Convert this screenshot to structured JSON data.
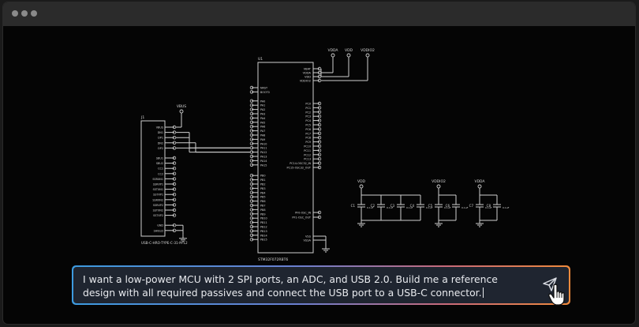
{
  "window": {
    "controls": [
      "close-dot",
      "minimize-dot",
      "maximize-dot"
    ]
  },
  "schematic": {
    "mcu_ref": "U1",
    "mcu_part": "STM32F072RBT6",
    "connector_ref": "J1",
    "connector_part": "USB-C-HRO-TYPE-C-31-M-12",
    "power_nets": [
      "VDDA",
      "VDD",
      "VDDIO2"
    ],
    "vbus_net": "VBUS",
    "mcu_left_pins": [
      "NRST",
      "BOOT0",
      "PA0",
      "PA1",
      "PA2",
      "PA3",
      "PA4",
      "PA5",
      "PA6",
      "PA7",
      "PA8",
      "PA9",
      "PA10",
      "PA11",
      "PA12",
      "PA13",
      "PA14",
      "PA15",
      "PB0",
      "PB1",
      "PB2",
      "PB3",
      "PB4",
      "PB5",
      "PB6",
      "PB7",
      "PB8",
      "PB9",
      "PB10",
      "PB11",
      "PB12",
      "PB13",
      "PB14",
      "PB15"
    ],
    "mcu_right_top_pins": [
      "VBAT",
      "VDDA",
      "VDD",
      "VDDIO2"
    ],
    "mcu_right_pins": [
      "PC0",
      "PC1",
      "PC2",
      "PC3",
      "PC4",
      "PC5",
      "PC6",
      "PC7",
      "PC8",
      "PC9",
      "PC10",
      "PC11",
      "PC12",
      "PC13",
      "PC14-OSC32_IN",
      "PC15-OSC32_OUT"
    ],
    "mcu_right_osc_pins": [
      "PF0-OSC_IN",
      "PF1-OSC_OUT"
    ],
    "mcu_right_bottom_pins": [
      "VSS",
      "VSSA"
    ],
    "connector_pins": [
      "VBUS",
      "DN1",
      "DP1",
      "DN2",
      "DP2",
      "SBU1",
      "SBU2",
      "CC1",
      "CC2",
      "SSRXN1",
      "SSRXP1",
      "SSTXN1",
      "SSTXP1",
      "SSRXN2",
      "SSRXP2",
      "SSTXN2",
      "SSTXP2",
      "GND",
      "SHIELD"
    ],
    "decap_groups": [
      {
        "net": "VDD",
        "caps": [
          "C1",
          "C2",
          "C3",
          "C4"
        ]
      },
      {
        "net": "VDDIO2",
        "caps": [
          "C5",
          "C6"
        ]
      },
      {
        "net": "VDDA",
        "caps": [
          "C7",
          "C8"
        ]
      }
    ]
  },
  "prompt": {
    "text": "I want a low-power MCU with 2 SPI ports, an ADC, and USB 2.0. Build me a reference design with all required passives and connect the USB port to a USB-C connector.",
    "send_icon": "send-icon",
    "cursor_icon": "hand-pointer-icon",
    "gradient_colors": [
      "#3d9be0",
      "#6a7fd0",
      "#c86a7a",
      "#f08a3c"
    ]
  }
}
